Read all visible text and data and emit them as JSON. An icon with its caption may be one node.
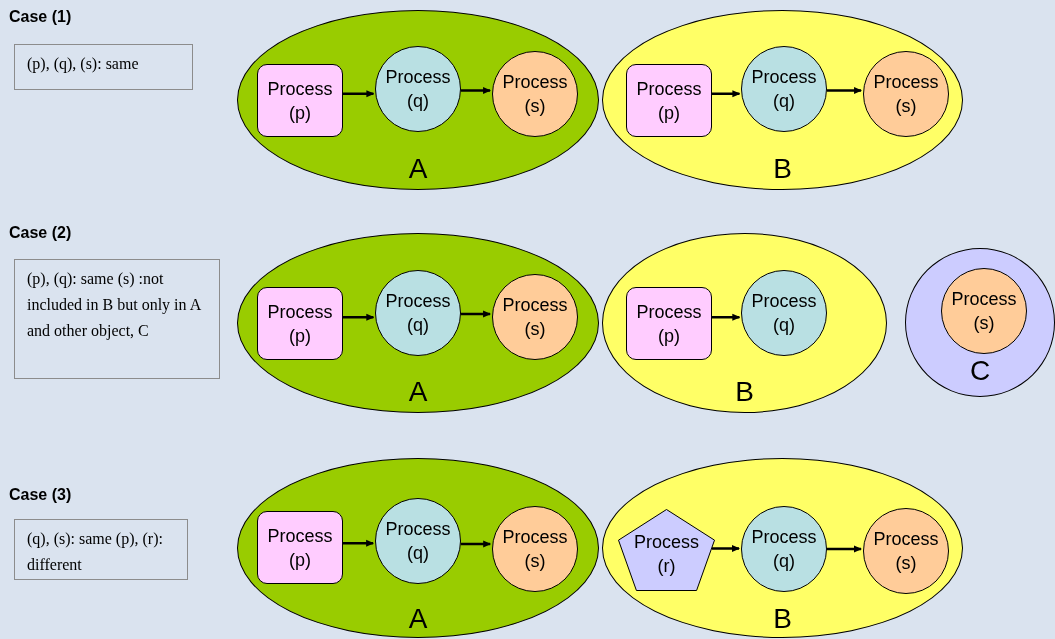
{
  "diagram": {
    "nodes": [
      {
        "text": [
          "(p), (q), (s): same"
        ]
      },
      {
        "text": [
          "A"
        ]
      },
      {
        "text": [
          "Process (p)"
        ],
        "in": 1
      },
      {
        "text": [
          "Process (q)"
        ],
        "in": 1
      },
      {
        "text": [
          "Process (s)"
        ],
        "in": 1
      },
      {
        "text": [
          "B"
        ]
      },
      {
        "text": [
          "Process (p)"
        ],
        "in": 5
      },
      {
        "text": [
          "Process (q)"
        ],
        "in": 5
      },
      {
        "text": [
          "Process (s)"
        ],
        "in": 5
      },
      {
        "text": [
          "(p), (q): same (s) :not included in B but only in A and other object, C"
        ]
      },
      {
        "text": [
          "A"
        ]
      },
      {
        "text": [
          "Process (p)"
        ],
        "in": 10
      },
      {
        "text": [
          "Process (q)"
        ],
        "in": 10
      },
      {
        "text": [
          "Process (s)"
        ],
        "in": 10
      },
      {
        "text": [
          "B"
        ]
      },
      {
        "text": [
          "Process (p)"
        ],
        "in": 14
      },
      {
        "text": [
          "Process (q)"
        ],
        "in": 14
      },
      {
        "text": [
          "C"
        ]
      },
      {
        "text": [
          "Process (s)"
        ],
        "in": 17
      },
      {
        "text": [
          "(q), (s): same (p), (r): different"
        ]
      },
      {
        "text": [
          "A"
        ]
      },
      {
        "text": [
          "Process (p)"
        ],
        "in": 20
      },
      {
        "text": [
          "Process (q)"
        ],
        "in": 20
      },
      {
        "text": [
          "Process (s)"
        ],
        "in": 20
      },
      {
        "text": [
          "B"
        ]
      },
      {
        "text": [
          "Process (r)"
        ],
        "in": 24
      },
      {
        "text": [
          "Process (q)"
        ],
        "in": 24
      },
      {
        "text": [
          "Process (s)"
        ],
        "in": 24
      }
    ],
    "edges": [
      {
        "from": 2,
        "to": 3,
        "arrow": "to"
      },
      {
        "from": 3,
        "to": 4,
        "arrow": "to"
      },
      {
        "from": 6,
        "to": 7,
        "arrow": "to"
      },
      {
        "from": 7,
        "to": 8,
        "arrow": "to"
      },
      {
        "from": 11,
        "to": 12,
        "arrow": "to"
      },
      {
        "from": 12,
        "to": 13,
        "arrow": "to"
      },
      {
        "from": 15,
        "to": 16,
        "arrow": "to"
      },
      {
        "from": 21,
        "to": 22,
        "arrow": "to"
      },
      {
        "from": 22,
        "to": 23,
        "arrow": "to"
      },
      {
        "from": 25,
        "to": 26,
        "arrow": "to"
      },
      {
        "from": 26,
        "to": 27,
        "arrow": "to"
      }
    ],
    "labels": [
      "Case (1)",
      "Case (2)",
      "Case (3)"
    ]
  }
}
